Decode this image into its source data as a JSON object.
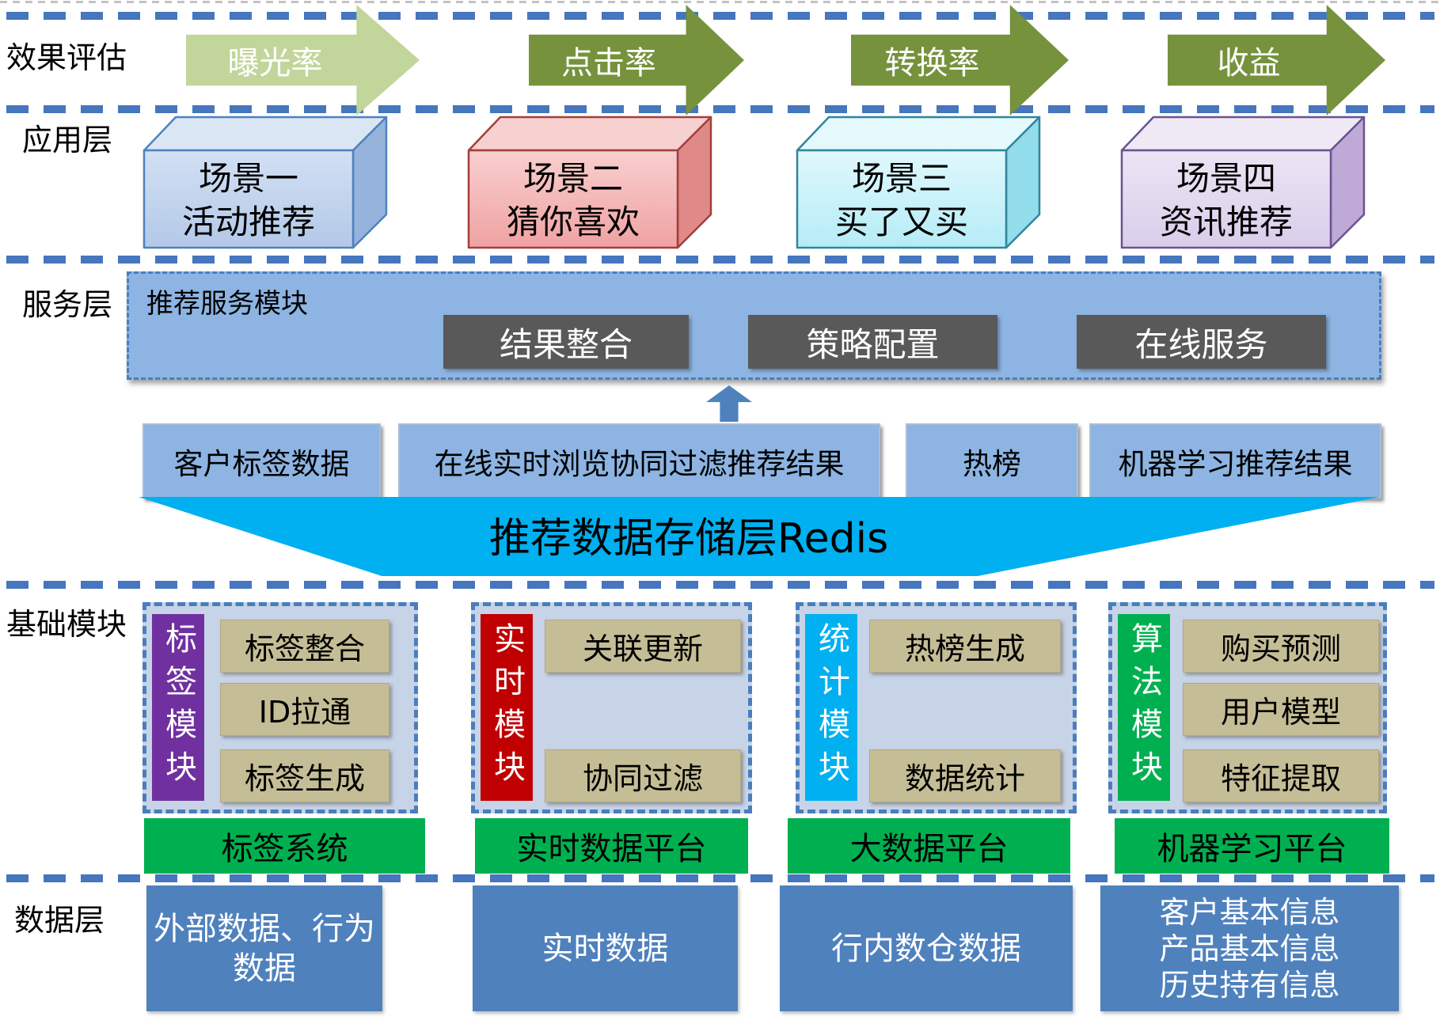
{
  "row_labels": {
    "evaluation": "效果评估",
    "application": "应用层",
    "service": "服务层",
    "foundation": "基础模块",
    "data": "数据层"
  },
  "evaluation": {
    "arrows": [
      {
        "label": "曝光率",
        "color": "#c2d69b"
      },
      {
        "label": "点击率",
        "color": "#76923c"
      },
      {
        "label": "转换率",
        "color": "#76923c"
      },
      {
        "label": "收益",
        "color": "#76923c"
      }
    ]
  },
  "application": {
    "boxes": [
      {
        "title": "场景一",
        "subtitle": "活动推荐",
        "front": "#b3c9e8",
        "front_light": "#d2e0f3",
        "top": "#dae6f4",
        "side": "#96b3db",
        "border": "#4f81bd"
      },
      {
        "title": "场景二",
        "subtitle": "猜你喜欢",
        "front": "#f0a2a2",
        "front_light": "#f9cfcf",
        "top": "#f7d0d0",
        "side": "#e08989",
        "border": "#a23f3c"
      },
      {
        "title": "场景三",
        "subtitle": "买了又买",
        "front": "#b5ecf7",
        "front_light": "#e0f8fc",
        "top": "#e4f9fc",
        "side": "#93dceb",
        "border": "#31859c"
      },
      {
        "title": "场景四",
        "subtitle": "资讯推荐",
        "front": "#d9cdea",
        "front_light": "#ece5f5",
        "top": "#efe9f6",
        "side": "#bfa9d6",
        "border": "#6b5391"
      }
    ]
  },
  "service": {
    "module_title": "推荐服务模块",
    "items": [
      "结果整合",
      "策略配置",
      "在线服务"
    ],
    "box_color": "#8db4e2",
    "item_color": "#595959"
  },
  "cache_row": {
    "boxes": [
      "客户标签数据",
      "在线实时浏览协同过滤推荐结果",
      "热榜",
      "机器学习推荐结果"
    ]
  },
  "redis": {
    "label": "推荐数据存储层Redis",
    "color": "#00b0f0"
  },
  "foundation": {
    "group_fill": "#c7d4e8",
    "groups": [
      {
        "bar_label": "标签模块",
        "bar_color": "#7030a0",
        "items": [
          "标签整合",
          "ID拉通",
          "标签生成"
        ],
        "platform": "标签系统"
      },
      {
        "bar_label": "实时模块",
        "bar_color": "#c00000",
        "items": [
          "关联更新",
          "协同过滤"
        ],
        "platform": "实时数据平台"
      },
      {
        "bar_label": "统计模块",
        "bar_color": "#00b0f0",
        "items": [
          "热榜生成",
          "数据统计"
        ],
        "platform": "大数据平台"
      },
      {
        "bar_label": "算法模块",
        "bar_color": "#00b050",
        "items": [
          "购买预测",
          "用户模型",
          "特征提取"
        ],
        "platform": "机器学习平台"
      }
    ],
    "platform_color": "#00b050"
  },
  "data_layer": {
    "box_color": "#4f81bd",
    "boxes": [
      "外部数据、行为数据",
      "实时数据",
      "行内数仓数据",
      "客户基本信息\n产品基本信息\n历史持有信息"
    ]
  }
}
